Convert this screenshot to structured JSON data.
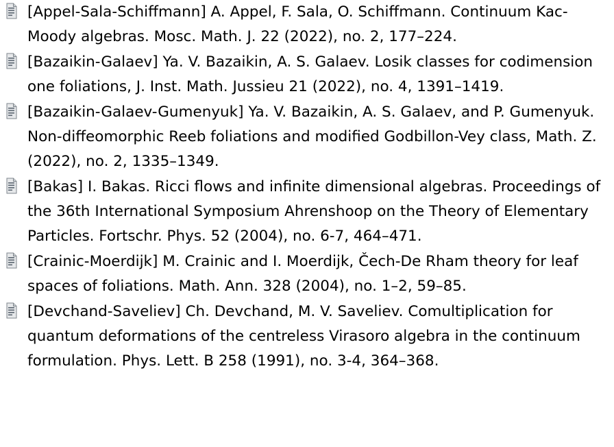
{
  "bibliography": {
    "entries": [
      {
        "icon": "document-icon",
        "text": "[Appel-Sala-Schiffmann] A. Appel, F. Sala, O. Schiffmann. Continuum Kac-Moody algebras. Mosc. Math. J. 22 (2022), no. 2, 177–224."
      },
      {
        "icon": "document-icon",
        "text": "[Bazaikin-Galaev] Ya. V. Bazaikin, A. S. Galaev. Losik classes for codimension one foliations, J. Inst. Math. Jussieu 21 (2022), no. 4, 1391–1419."
      },
      {
        "icon": "document-icon",
        "text": "[Bazaikin-Galaev-Gumenyuk] Ya. V. Bazaikin, A. S. Galaev, and P. Gumenyuk. Non-diffeomorphic Reeb foliations and modified Godbillon-Vey class, Math. Z. (2022), no. 2, 1335–1349."
      },
      {
        "icon": "document-icon",
        "text": "[Bakas] I. Bakas. Ricci flows and infinite dimensional algebras. Proceedings of the 36th International Symposium Ahrenshoop on the Theory of Elementary Particles. Fortschr. Phys. 52 (2004), no. 6-7, 464–471."
      },
      {
        "icon": "document-icon",
        "text": "[Crainic-Moerdijk] M. Crainic and I. Moerdijk, Čech-De Rham theory for leaf spaces of foliations. Math. Ann. 328 (2004), no. 1–2, 59–85."
      },
      {
        "icon": "document-icon",
        "text": "[Devchand-Saveliev] Ch. Devchand, M. V. Saveliev. Comultiplication for quantum deformations of the centreless Virasoro algebra in the continuum formulation. Phys. Lett. B 258 (1991), no. 3-4, 364–368."
      }
    ]
  }
}
